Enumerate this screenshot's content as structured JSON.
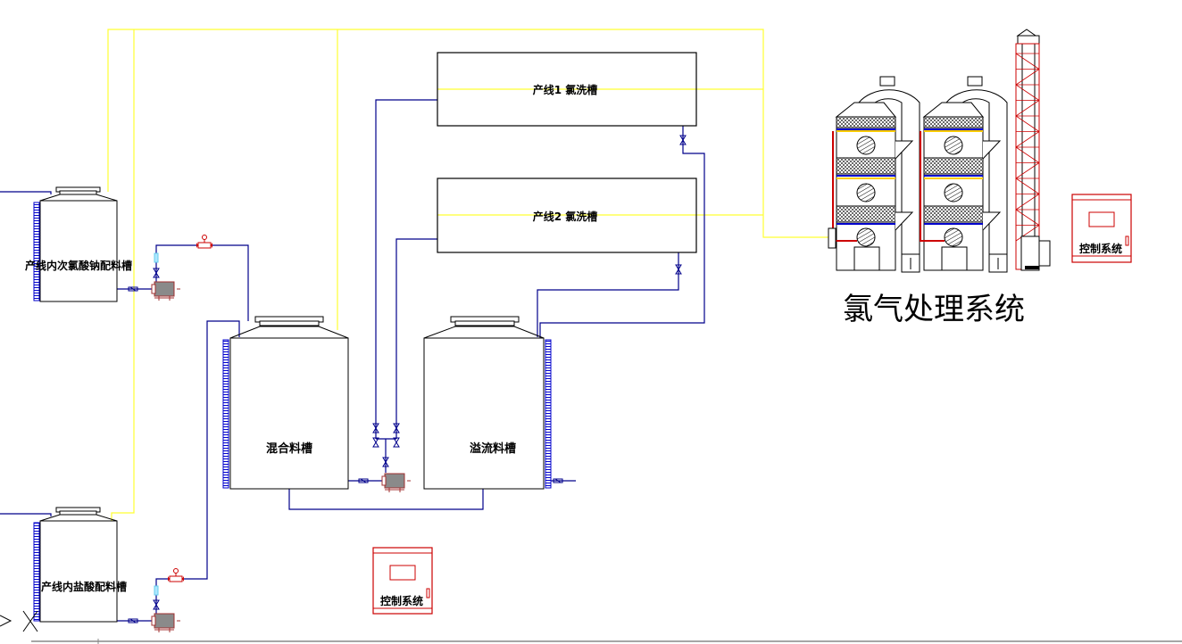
{
  "diagram": {
    "title": "氯气处理系统",
    "tanks": [
      {
        "id": "hypochlorite-tank",
        "label": "产线内次氯酸钠配料槽"
      },
      {
        "id": "hcl-tank",
        "label": "产线内盐酸配料槽"
      },
      {
        "id": "mixing-tank",
        "label": "混合料槽"
      },
      {
        "id": "overflow-tank",
        "label": "溢流料槽"
      }
    ],
    "wash_tanks": [
      {
        "id": "line1-wash",
        "label": "产线1  氯洗槽"
      },
      {
        "id": "line2-wash",
        "label": "产线2  氯洗槽"
      }
    ],
    "control_systems": [
      {
        "id": "control-main",
        "label": "控制系统"
      },
      {
        "id": "control-gas",
        "label": "控制系统"
      }
    ],
    "colors": {
      "pipe_liquid": "#00008b",
      "pipe_gas": "#ffff33",
      "equipment_outline": "#000000",
      "control_red": "#cc0000",
      "level_gauge": "#0000cc",
      "pump_gray": "#808080"
    }
  }
}
